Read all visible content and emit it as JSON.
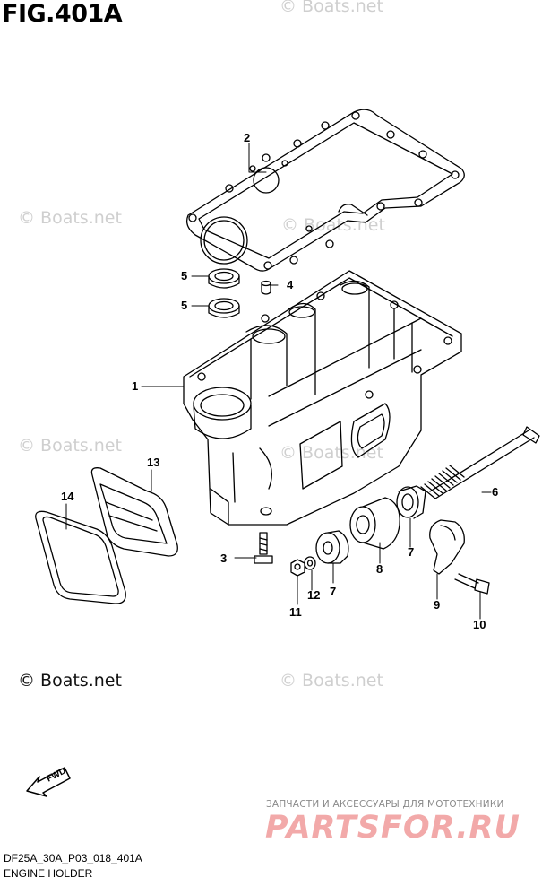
{
  "figure": {
    "title": "FIG.401A",
    "code": "DF25A_30A_P03_018_401A",
    "caption": "ENGINE HOLDER"
  },
  "watermarks": {
    "text": "© Boats.net"
  },
  "vendor": {
    "caption": "ЗАПЧАСТИ И АКСЕССУАРЫ ДЛЯ МОТОТЕХНИКИ",
    "logo": "PARTSFOR.RU"
  },
  "fwd_label": "FWD",
  "parts": [
    {
      "ref": "1"
    },
    {
      "ref": "2"
    },
    {
      "ref": "3"
    },
    {
      "ref": "4"
    },
    {
      "ref": "5"
    },
    {
      "ref": "5"
    },
    {
      "ref": "6"
    },
    {
      "ref": "7"
    },
    {
      "ref": "7"
    },
    {
      "ref": "8"
    },
    {
      "ref": "9"
    },
    {
      "ref": "10"
    },
    {
      "ref": "11"
    },
    {
      "ref": "12"
    },
    {
      "ref": "13"
    },
    {
      "ref": "14"
    }
  ]
}
